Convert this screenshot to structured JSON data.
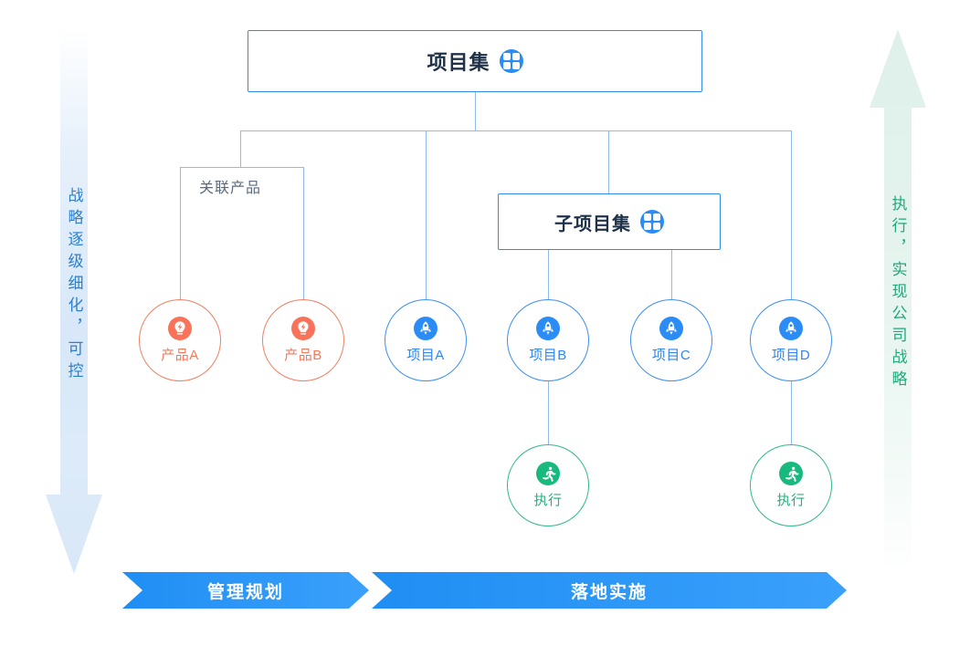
{
  "diagram": {
    "title_hidden": "",
    "left_arrow": {
      "name": "strategy-arrow",
      "text": "战略逐级细化，可控",
      "color": "#2b7fd0",
      "direction": "down"
    },
    "right_arrow": {
      "name": "execution-arrow",
      "text": "执行，实现公司战略",
      "color": "#22a87a",
      "direction": "up"
    },
    "boxes": [
      {
        "id": "program",
        "label": "项目集",
        "icon": "grid-icon",
        "border_color": "#2f8ced"
      },
      {
        "id": "subprogram",
        "label": "子项目集",
        "icon": "grid-icon",
        "border_color": "#2f8ced"
      }
    ],
    "branch_label": "关联产品",
    "products": [
      {
        "label": "产品A",
        "icon": "lightbulb-icon",
        "color": "#f8735a"
      },
      {
        "label": "产品B",
        "icon": "lightbulb-icon",
        "color": "#f8735a"
      }
    ],
    "projects": [
      {
        "label": "项目A",
        "icon": "rocket-icon",
        "color": "#2b8cf5"
      },
      {
        "label": "项目B",
        "icon": "rocket-icon",
        "color": "#2b8cf5"
      },
      {
        "label": "项目C",
        "icon": "rocket-icon",
        "color": "#2b8cf5"
      },
      {
        "label": "项目D",
        "icon": "rocket-icon",
        "color": "#2b8cf5"
      }
    ],
    "executions": [
      {
        "label": "执行",
        "icon": "runner-icon",
        "color": "#17b97e"
      },
      {
        "label": "执行",
        "icon": "runner-icon",
        "color": "#17b97e"
      }
    ],
    "phases": [
      {
        "label": "管理规划",
        "color": "#2a95f6"
      },
      {
        "label": "落地实施",
        "color": "#2a95f6"
      }
    ]
  }
}
